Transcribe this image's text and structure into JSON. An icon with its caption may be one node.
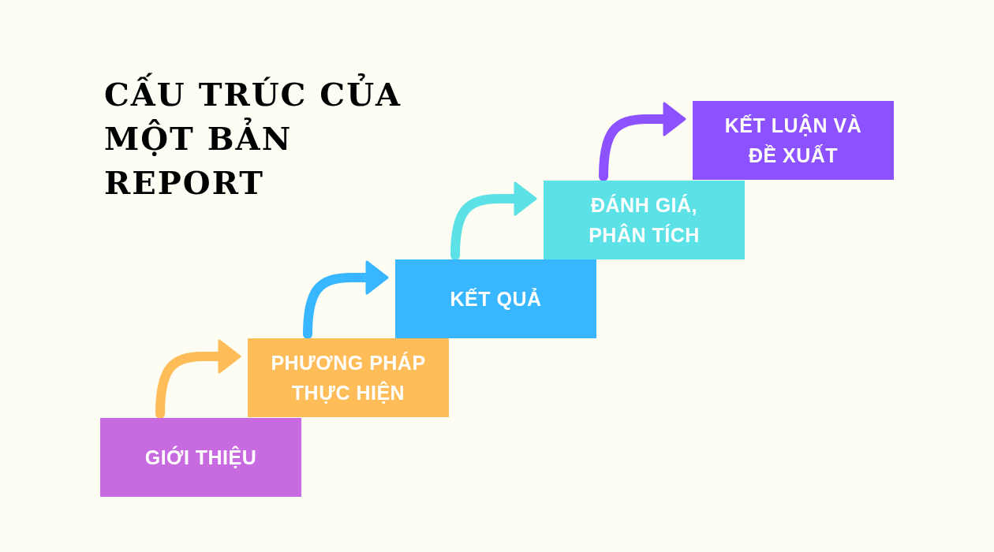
{
  "diagram": {
    "title": "CẤU TRÚC CỦA MỘT BẢN REPORT",
    "nodes": [
      {
        "text": [
          "GIỚI THIỆU"
        ]
      },
      {
        "text": [
          "PHƯƠNG PHÁP THỰC HIỆN"
        ]
      },
      {
        "text": [
          "KẾT QUẢ"
        ]
      },
      {
        "text": [
          "ĐÁNH GIÁ, PHÂN TÍCH"
        ]
      },
      {
        "text": [
          "KẾT LUẬN VÀ ĐỀ XUẤT"
        ]
      }
    ],
    "edges": [
      {
        "from": 0,
        "to": 1,
        "arrow": "to",
        "color": "#ffbd59"
      },
      {
        "from": 1,
        "to": 2,
        "arrow": "to",
        "color": "#38b6ff"
      },
      {
        "from": 2,
        "to": 3,
        "arrow": "to",
        "color": "#5ce1e6"
      },
      {
        "from": 3,
        "to": 4,
        "arrow": "to",
        "color": "#8c52ff"
      }
    ]
  }
}
